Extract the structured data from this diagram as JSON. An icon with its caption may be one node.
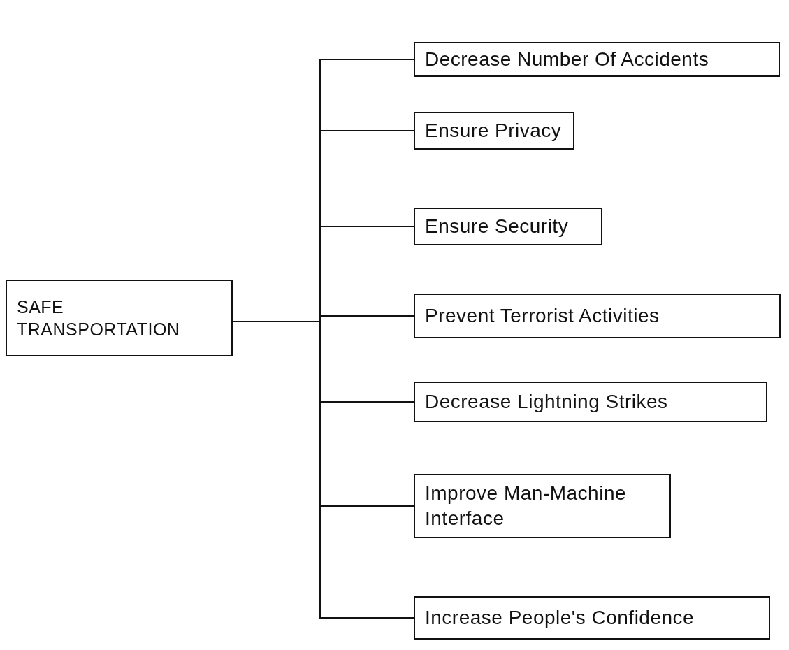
{
  "diagram": {
    "nodes": [
      {
        "text": [
          "SAFE TRANSPORTATION"
        ]
      },
      {
        "text": [
          "Decrease Number Of Accidents"
        ]
      },
      {
        "text": [
          "Ensure Privacy"
        ]
      },
      {
        "text": [
          "Ensure Security"
        ]
      },
      {
        "text": [
          "Prevent Terrorist Activities"
        ]
      },
      {
        "text": [
          "Decrease Lightning Strikes"
        ]
      },
      {
        "text": [
          "Improve Man-Machine Interface"
        ]
      },
      {
        "text": [
          "Increase People's Confidence"
        ]
      }
    ],
    "edges": [
      {
        "from": 0,
        "to": 1,
        "arrow": "none"
      },
      {
        "from": 0,
        "to": 2,
        "arrow": "none"
      },
      {
        "from": 0,
        "to": 3,
        "arrow": "none"
      },
      {
        "from": 0,
        "to": 4,
        "arrow": "none"
      },
      {
        "from": 0,
        "to": 5,
        "arrow": "none"
      },
      {
        "from": 0,
        "to": 6,
        "arrow": "none"
      },
      {
        "from": 0,
        "to": 7,
        "arrow": "none"
      }
    ]
  }
}
